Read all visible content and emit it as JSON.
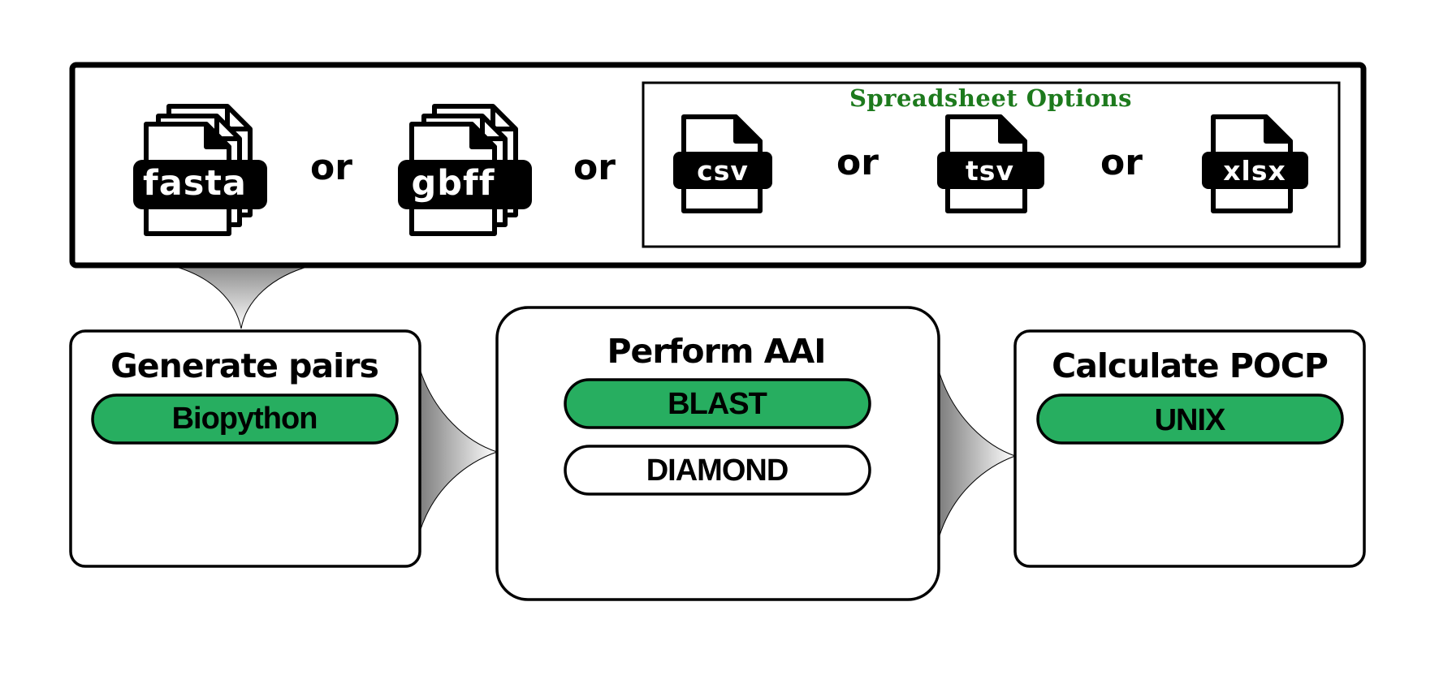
{
  "inputs": {
    "genome_files": [
      "fasta",
      "gbff"
    ],
    "connector": "or",
    "spreadsheet": {
      "title": "Spreadsheet Options",
      "files": [
        "csv",
        "tsv",
        "xlsx"
      ]
    }
  },
  "steps": [
    {
      "title": "Generate pairs",
      "tools": [
        {
          "label": "Biopython",
          "highlighted": true
        }
      ]
    },
    {
      "title": "Perform AAI",
      "tools": [
        {
          "label": "BLAST",
          "highlighted": true
        },
        {
          "label": "DIAMOND",
          "highlighted": false
        }
      ]
    },
    {
      "title": "Calculate POCP",
      "tools": [
        {
          "label": "UNIX",
          "highlighted": true
        }
      ]
    }
  ],
  "colors": {
    "highlight": "#27ae60",
    "spreadsheet_title": "#1d7a1d",
    "stroke": "#000000"
  }
}
